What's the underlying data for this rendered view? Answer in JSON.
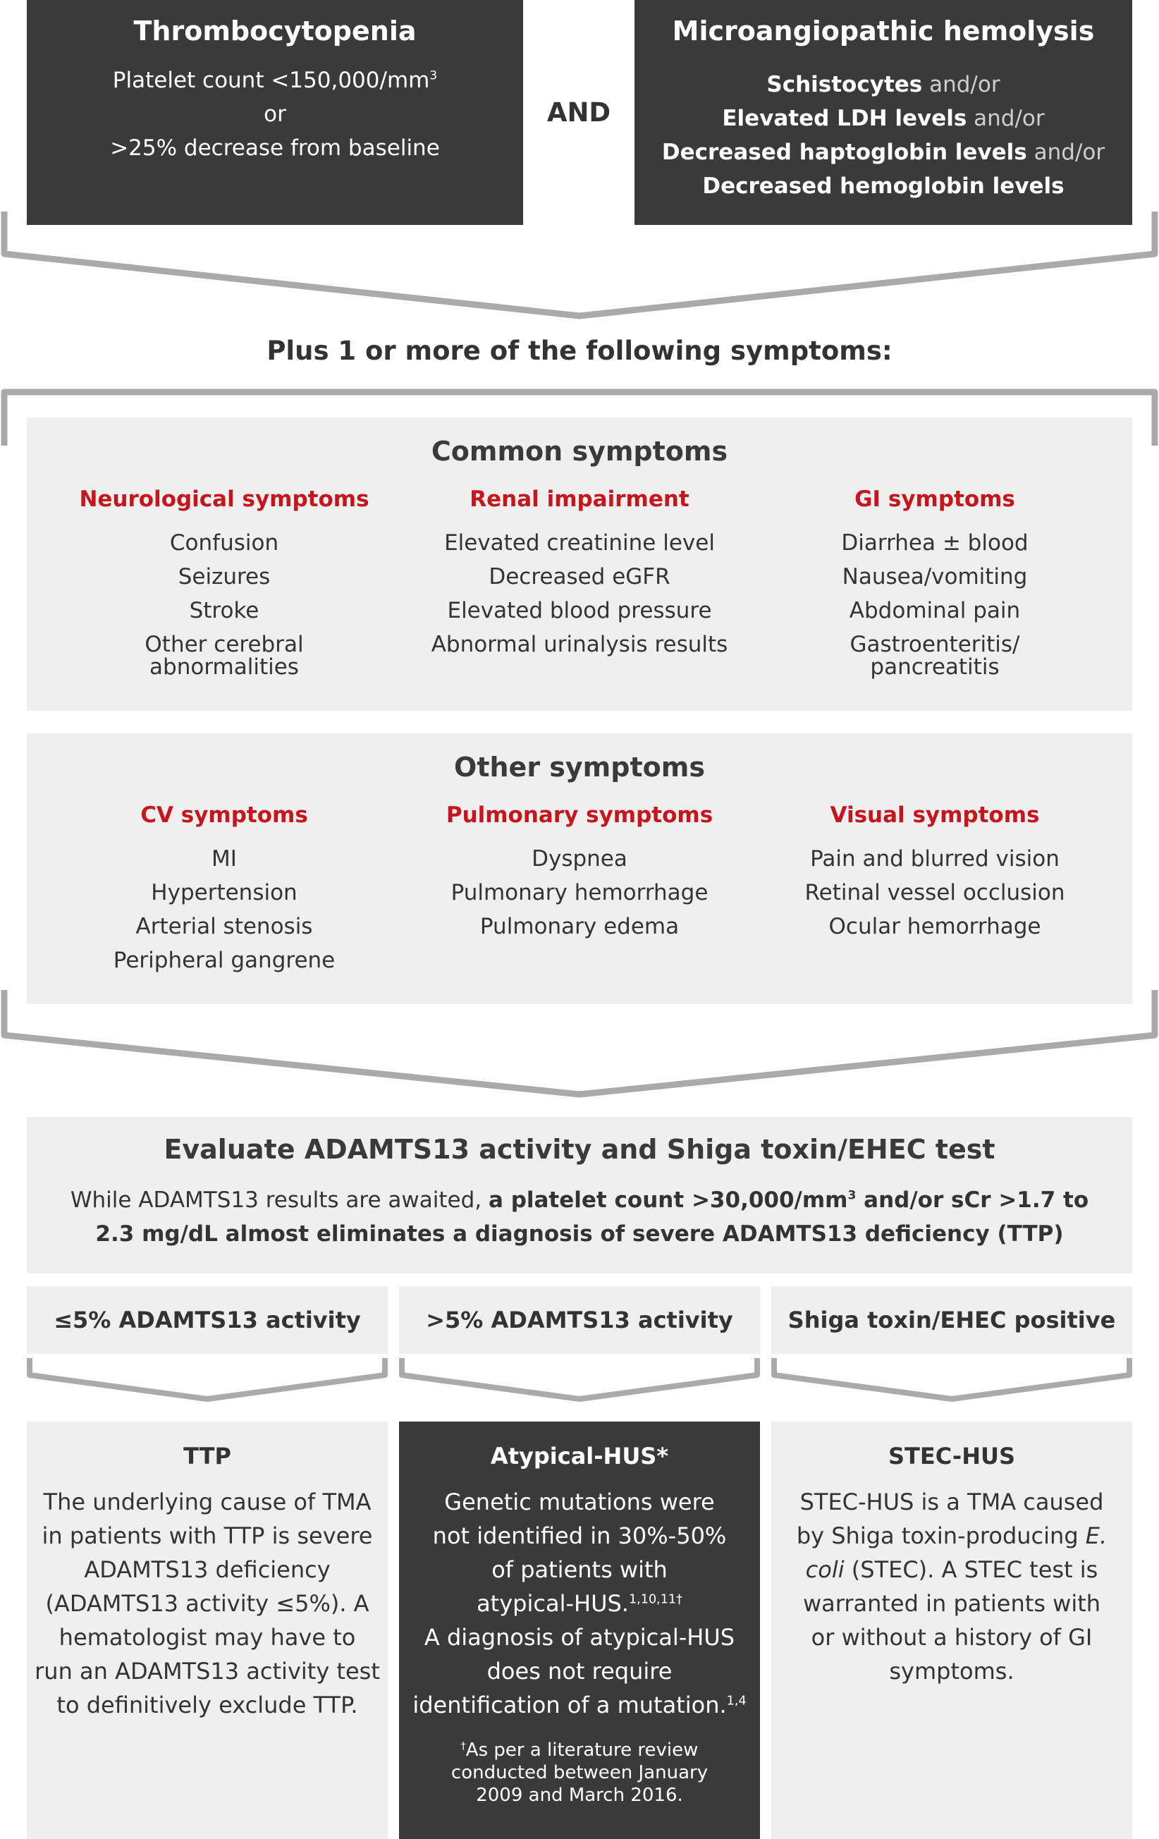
{
  "colors": {
    "dark_box": "#3a3a3a",
    "light_box": "#efefef",
    "accent_red": "#c4161c",
    "bracket": "#aaaaaa",
    "text": "#333333"
  },
  "top": {
    "thrombo": {
      "title": "Thrombocytopenia",
      "line1": "Platelet count <150,000/mm",
      "line1_sup": "3",
      "line2": "or",
      "line3": ">25% decrease from baseline"
    },
    "and_label": "AND",
    "micro": {
      "title": "Microangiopathic hemolysis",
      "items": [
        {
          "bold": "Schistocytes",
          "conn": " and/or"
        },
        {
          "bold": "Elevated LDH levels",
          "conn": " and/or"
        },
        {
          "bold": "Decreased haptoglobin levels",
          "conn": " and/or"
        },
        {
          "bold": "Decreased hemoglobin levels",
          "conn": ""
        }
      ]
    }
  },
  "plus_heading": "Plus 1 or more of the following symptoms:",
  "common": {
    "title": "Common symptoms",
    "columns": [
      {
        "heading": "Neurological symptoms",
        "items": [
          "Confusion",
          "Seizures",
          "Stroke"
        ],
        "wrap": [
          "Other cerebral",
          "abnormalities"
        ]
      },
      {
        "heading": "Renal impairment",
        "items": [
          "Elevated creatinine level",
          "Decreased eGFR",
          "Elevated blood pressure",
          "Abnormal urinalysis results"
        ]
      },
      {
        "heading": "GI symptoms",
        "items": [
          "Diarrhea ± blood",
          "Nausea/vomiting",
          "Abdominal pain"
        ],
        "wrap": [
          "Gastroenteritis/",
          "pancreatitis"
        ]
      }
    ]
  },
  "other": {
    "title": "Other symptoms",
    "columns": [
      {
        "heading": "CV symptoms",
        "items": [
          "MI",
          "Hypertension",
          "Arterial stenosis",
          "Peripheral gangrene"
        ]
      },
      {
        "heading": "Pulmonary symptoms",
        "items": [
          "Dyspnea",
          "Pulmonary hemorrhage",
          "Pulmonary edema"
        ]
      },
      {
        "heading": "Visual symptoms",
        "items": [
          "Pain and blurred vision",
          "Retinal vessel occlusion",
          "Ocular hemorrhage"
        ]
      }
    ]
  },
  "evaluate": {
    "title": "Evaluate ADAMTS13 activity and Shiga toxin/EHEC test",
    "line1_normal": "While ADAMTS13 results are awaited, ",
    "line1_bold": "a platelet count >30,000/mm",
    "line1_sup": "3",
    "line1_bold2": " and/or sCr >1.7 to",
    "line2_bold": "2.3 mg/dL almost eliminates a diagnosis of severe ADAMTS13 deficiency (TTP)"
  },
  "results": [
    {
      "label": "≤5% ADAMTS13 activity"
    },
    {
      "label": ">5% ADAMTS13 activity"
    },
    {
      "label": "Shiga toxin/EHEC positive"
    }
  ],
  "outcomes": {
    "ttp": {
      "title": "TTP",
      "lines": [
        "The underlying cause of TMA",
        "in patients with TTP is severe",
        "ADAMTS13 deficiency",
        "(ADAMTS13 activity ≤5%). A",
        "hematologist may have to",
        "run an ADAMTS13 activity test",
        "to definitively exclude TTP."
      ]
    },
    "ahus": {
      "title": "Atypical-HUS*",
      "lines": [
        "Genetic mutations were",
        "not identified in 30%-50%",
        "of patients with"
      ],
      "line4": "atypical-HUS.",
      "line4_sup": "1,10,11†",
      "lines2": [
        "A diagnosis of atypical-HUS",
        "does not require"
      ],
      "line7": "identification of a mutation.",
      "line7_sup": "1,4",
      "foot_sup": "†",
      "foot": [
        "As per a literature review",
        "conducted between January",
        "2009 and March 2016."
      ]
    },
    "stec": {
      "title": "STEC-HUS",
      "l1": "STEC-HUS is a TMA caused",
      "l2a": "by Shiga toxin-producing ",
      "l2i": "E.",
      "l3i": "coli",
      "l3b": " (STEC). A STEC test is",
      "l4": "warranted in patients with",
      "l5": "or without a history of GI",
      "l6": "symptoms."
    }
  }
}
